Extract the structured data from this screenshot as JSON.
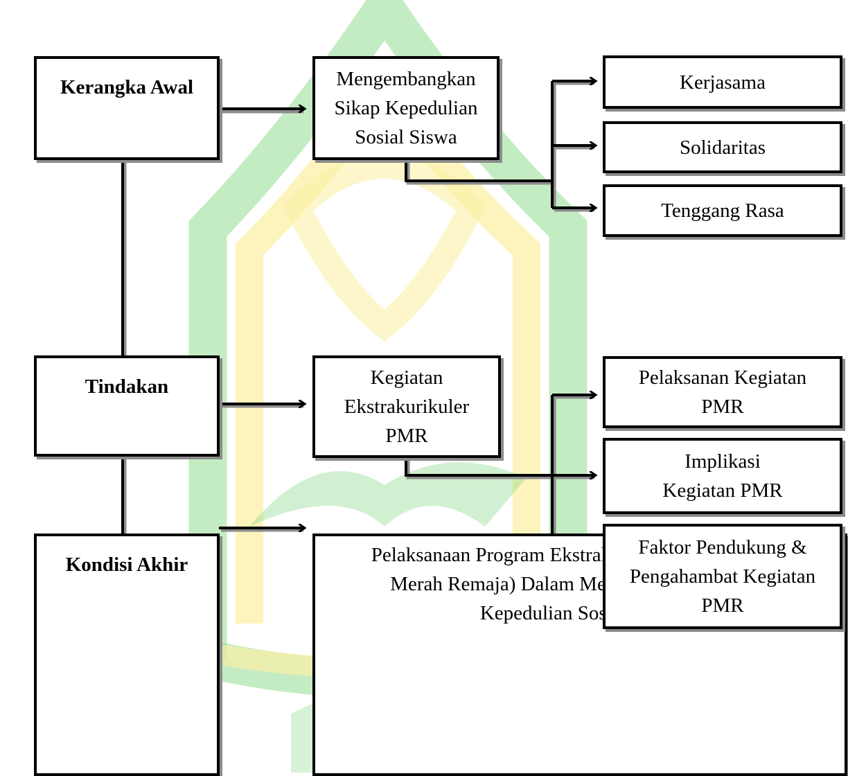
{
  "colors": {
    "watermark_green": "#7cd57a",
    "watermark_yellow": "#fbf0a6",
    "line": "#000000",
    "shadow": "#8c8c8c"
  },
  "stages": {
    "kerangka_awal": "Kerangka Awal",
    "tindakan": "Tindakan",
    "kondisi_akhir": "Kondisi Akhir"
  },
  "middle": {
    "sikap": "Mengembangkan Sikap Kepedulian Sosial Siswa",
    "kegiatan": "Kegiatan Ekstrakurikuler PMR",
    "hasil": "Pelaksanaan Program Ekstrakurikuler PMR (Palang Merah Remaja) Dalam Mengembangkan Sikap Kepedulian Sosial Siswa"
  },
  "right_top": [
    "Kerjasama",
    "Solidaritas",
    "Tenggang Rasa"
  ],
  "right_bottom": [
    "Pelaksanan Kegiatan PMR",
    "Implikasi Kegiatan PMR",
    "Faktor Pendukung & Pengahambat Kegiatan PMR"
  ]
}
